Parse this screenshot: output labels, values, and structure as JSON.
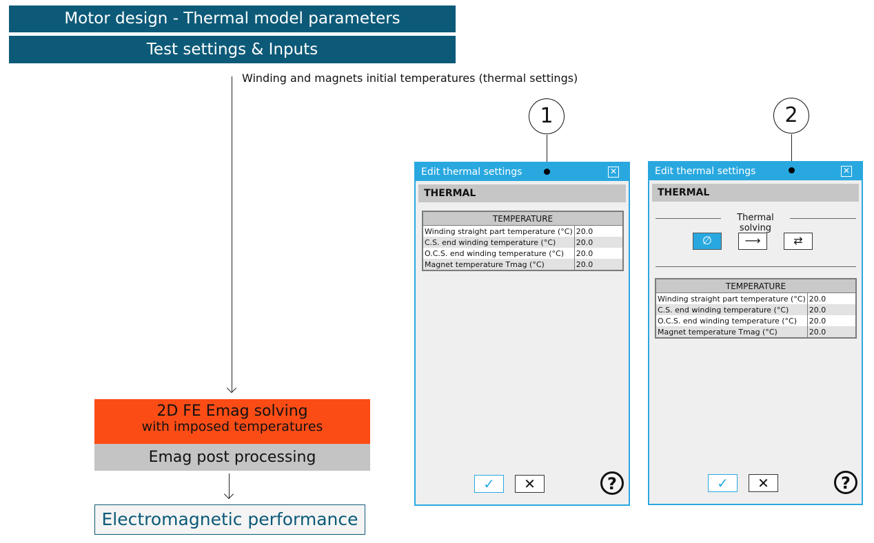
{
  "header": {
    "title": "Motor design - Thermal model parameters",
    "subtitle": "Test settings & Inputs"
  },
  "flow": {
    "input_label": "Winding and magnets initial temperatures (thermal settings)",
    "solve_line1": "2D FE Emag solving",
    "solve_line2": "with imposed temperatures",
    "post_processing": "Emag post processing",
    "result": "Electromagnetic performance"
  },
  "dialogs": [
    {
      "marker": "1",
      "title": "Edit thermal settings",
      "section": "THERMAL",
      "table_header": "TEMPERATURE",
      "rows": [
        {
          "label": "Winding straight part temperature (°C)",
          "value": "20.0"
        },
        {
          "label": "C.S. end winding temperature (°C)",
          "value": "20.0"
        },
        {
          "label": "O.C.S. end winding temperature (°C)",
          "value": "20.0"
        },
        {
          "label": "Magnet temperature Tmag (°C)",
          "value": "20.0"
        }
      ]
    },
    {
      "marker": "2",
      "title": "Edit thermal settings",
      "section": "THERMAL",
      "thermal_solving_label": "Thermal solving",
      "thermal_solving_options": [
        "none",
        "one-way",
        "two-way"
      ],
      "thermal_solving_selected": "none",
      "table_header": "TEMPERATURE",
      "rows": [
        {
          "label": "Winding straight part temperature (°C)",
          "value": "20.0"
        },
        {
          "label": "C.S. end winding temperature (°C)",
          "value": "20.0"
        },
        {
          "label": "O.C.S. end winding temperature (°C)",
          "value": "20.0"
        },
        {
          "label": "Magnet temperature Tmag (°C)",
          "value": "20.0"
        }
      ]
    }
  ],
  "icons": {
    "close": "close-icon",
    "ok": "check-icon",
    "cancel": "cancel-icon",
    "help": "help-icon",
    "none": "empty-set-icon",
    "one_way": "arrow-right-icon",
    "two_way": "arrows-exchange-icon"
  },
  "colors": {
    "banner": "#0c5a78",
    "solve": "#fc4c16",
    "post": "#c4c4c4",
    "dialog_accent": "#29a8e0"
  }
}
